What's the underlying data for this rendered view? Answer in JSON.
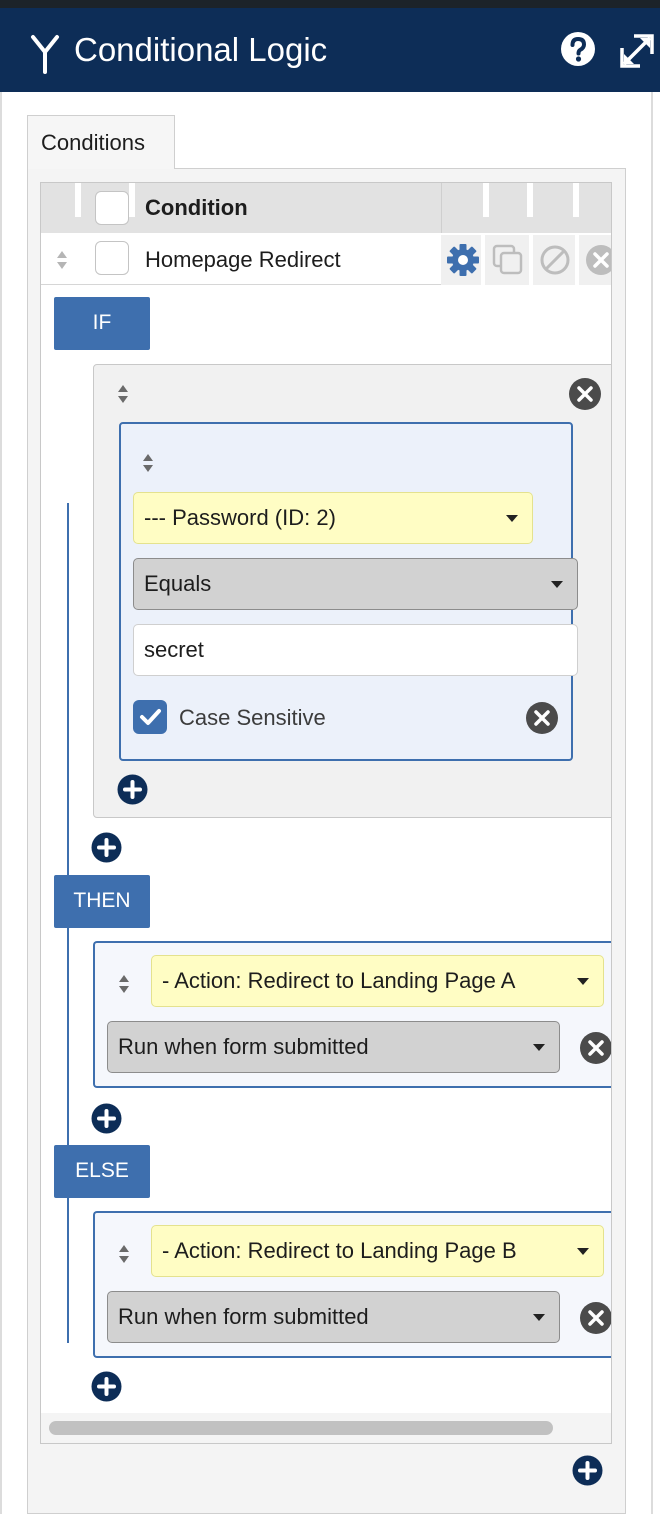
{
  "window": {
    "title": "Conditional Logic",
    "icons": {
      "logic": "fork-icon",
      "help": "help-icon",
      "expand": "expand-icon"
    }
  },
  "tabs": [
    {
      "label": "Conditions",
      "active": true
    }
  ],
  "grid": {
    "column_header": "Condition",
    "rows": [
      {
        "name": "Homepage Redirect",
        "tools": [
          "gear-icon",
          "copy-icon",
          "disable-icon",
          "delete-icon"
        ]
      }
    ]
  },
  "logic": {
    "if_label": "IF",
    "then_label": "THEN",
    "else_label": "ELSE",
    "condition": {
      "field": "--- Password (ID: 2)",
      "operator": "Equals",
      "value": "secret",
      "case_sensitive_label": "Case Sensitive",
      "case_sensitive": true
    },
    "then_action": {
      "action": "- Action: Redirect to Landing Page A",
      "trigger": "Run when form submitted"
    },
    "else_action": {
      "action": "- Action: Redirect to Landing Page B",
      "trigger": "Run when form submitted"
    }
  },
  "colors": {
    "header_bg": "#0d2d57",
    "accent": "#3e6fae",
    "field_select_bg": "#fffdc4",
    "operator_select_bg": "#d2d2d2"
  }
}
